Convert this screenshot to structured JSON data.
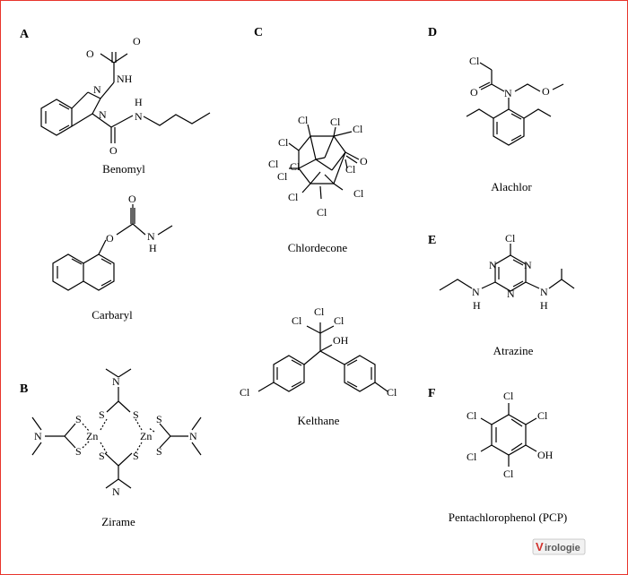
{
  "panels": {
    "A": "A",
    "B": "B",
    "C": "C",
    "D": "D",
    "E": "E",
    "F": "F"
  },
  "names": {
    "benomyl": "Benomyl",
    "carbaryl": "Carbaryl",
    "zirame": "Zirame",
    "chlordecone": "Chlordecone",
    "kelthane": "Kelthane",
    "alachlor": "Alachlor",
    "atrazine": "Atrazine",
    "pcp": "Pentachlorophenol (PCP)"
  },
  "atoms": {
    "O": "O",
    "N": "N",
    "NH": "NH",
    "H": "H",
    "Cl": "Cl",
    "OH": "OH",
    "S": "S",
    "Zn": "Zn"
  },
  "watermark": {
    "v": "V",
    "rest": "irologie"
  }
}
